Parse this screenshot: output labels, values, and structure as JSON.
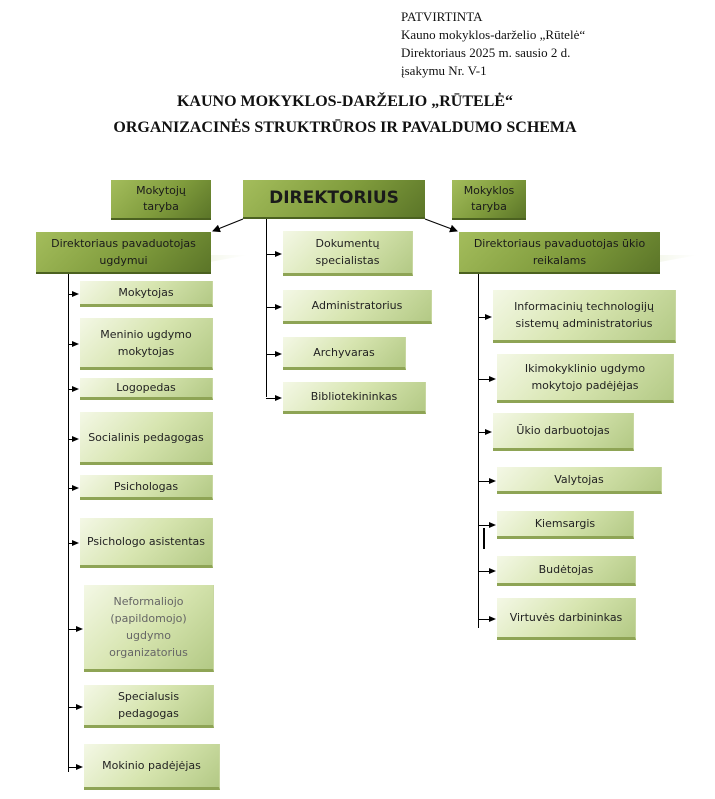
{
  "approval": [
    "PATVIRTINTA",
    "Kauno mokyklos-darželio „Rūtelė“",
    "Direktoriaus 2025 m. sausio 2 d.",
    "įsakymu Nr. V-1"
  ],
  "title": [
    "KAUNO MOKYKLOS-DARŽELIO „RŪTELĖ“",
    "ORGANIZACINĖS STRUKTRŪROS IR PAVALDUMO SCHEMA"
  ],
  "top": {
    "teachers_council": "Mokytojų taryba",
    "director": "DIREKTORIUS",
    "school_council": "Mokyklos taryba"
  },
  "deputies": {
    "education": "Direktoriaus pavaduotojas ugdymui",
    "economic": "Direktoriaus pavaduotojas ūkio reikalams"
  },
  "education_staff": [
    "Mokytojas",
    "Meninio ugdymo mokytojas",
    "Logopedas",
    "Socialinis pedagogas",
    "Psichologas",
    "Psichologo asistentas",
    "Neformaliojo (papildomojo) ugdymo organizatorius",
    "Specialusis pedagogas",
    "Mokinio padėjėjas"
  ],
  "director_staff": [
    "Dokumentų specialistas",
    "Administratorius",
    "Archyvaras",
    "Bibliotekininkas"
  ],
  "economic_staff": [
    "Informacinių technologijų sistemų administratorius",
    "Ikimokyklinio ugdymo mokytojo padėjėjas",
    "Ūkio darbuotojas",
    "Valytojas",
    "Kiemsargis",
    "Budėtojas",
    "Virtuvės darbininkas"
  ]
}
